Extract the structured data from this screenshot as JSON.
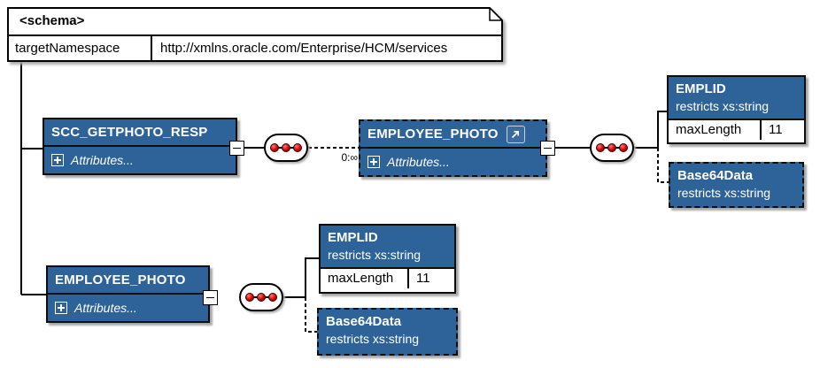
{
  "schema": {
    "title": "<schema>",
    "attr_name": "targetNamespace",
    "attr_value": "http://xmlns.oracle.com/Enterprise/HCM/services"
  },
  "occurrence": "0:∞",
  "nodes": {
    "scc": {
      "title": "SCC_GETPHOTO_RESP",
      "attributes": "Attributes..."
    },
    "photo_ref": {
      "title": "EMPLOYEE_PHOTO",
      "attributes": "Attributes..."
    },
    "photo": {
      "title": "EMPLOYEE_PHOTO",
      "attributes": "Attributes..."
    },
    "emplid_top": {
      "title": "EMPLID",
      "derivation": "restricts xs:string",
      "facet_name": "maxLength",
      "facet_value": "11"
    },
    "base64_top": {
      "title": "Base64Data",
      "derivation": "restricts xs:string"
    },
    "emplid_bottom": {
      "title": "EMPLID",
      "derivation": "restricts xs:string",
      "facet_name": "maxLength",
      "facet_value": "11"
    },
    "base64_bottom": {
      "title": "Base64Data",
      "derivation": "restricts xs:string"
    }
  },
  "icons": {
    "sequence": "sequence-icon",
    "reference": "reference-arrow-icon",
    "collapse": "collapse-minus-icon",
    "expand_attributes": "expand-plus-icon"
  },
  "colors": {
    "node_fill": "#2e6399",
    "node_text": "#ffffff",
    "line": "#000000",
    "dot_red": "#d40000",
    "shadow": "#a8a8a8",
    "background": "#ffffff"
  }
}
